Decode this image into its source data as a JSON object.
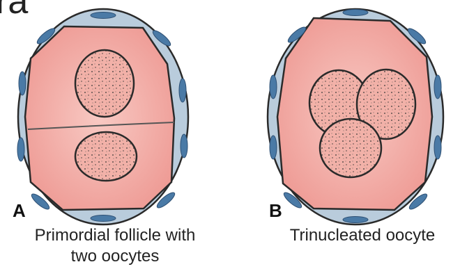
{
  "fragment_text": "ra",
  "panels": [
    {
      "letter": "A",
      "caption_line1": "Primordial follicle with",
      "caption_line2": "two oocytes"
    },
    {
      "letter": "B",
      "caption_line1": "Trinucleated oocyte"
    }
  ],
  "colors": {
    "cytoplasm": "#f0a39e",
    "cytoplasm_light": "#f8c9c3",
    "follicle_cell": "#b5c9da",
    "follicle_nucleus": "#3f6f9c",
    "nucleus_fill": "#f2b1a8",
    "outline": "#2a2a2a"
  }
}
